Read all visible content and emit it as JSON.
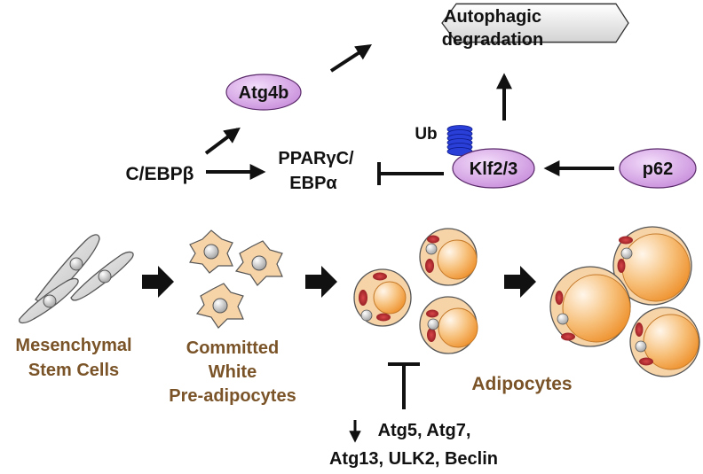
{
  "top": {
    "autophagic_box": [
      "Autophagic",
      "degradation"
    ],
    "atg4b": "Atg4b",
    "cebpb": "C/EBPβ",
    "ppar": [
      "PPARγC/",
      "EBPα"
    ],
    "ub": "Ub",
    "klf": "Klf2/3",
    "p62": "p62"
  },
  "stages": {
    "msc": [
      "Mesenchymal",
      "Stem Cells"
    ],
    "committed": [
      "Committed",
      "White",
      "Pre-adipocytes"
    ],
    "adipocytes": "Adipocytes"
  },
  "genes": [
    "Atg5, Atg7,",
    "Atg13, ULK2, Beclin"
  ],
  "colors": {
    "oval_fill": "#d9a8e8",
    "oval_stroke": "#5a2a6a",
    "ub_blue": "#2a3fd8",
    "preadipo_fill": "#f7d3a8",
    "lipid_orange": "#f2a24a",
    "mito_red": "#b5262a",
    "stage_text": "#7a5428"
  }
}
